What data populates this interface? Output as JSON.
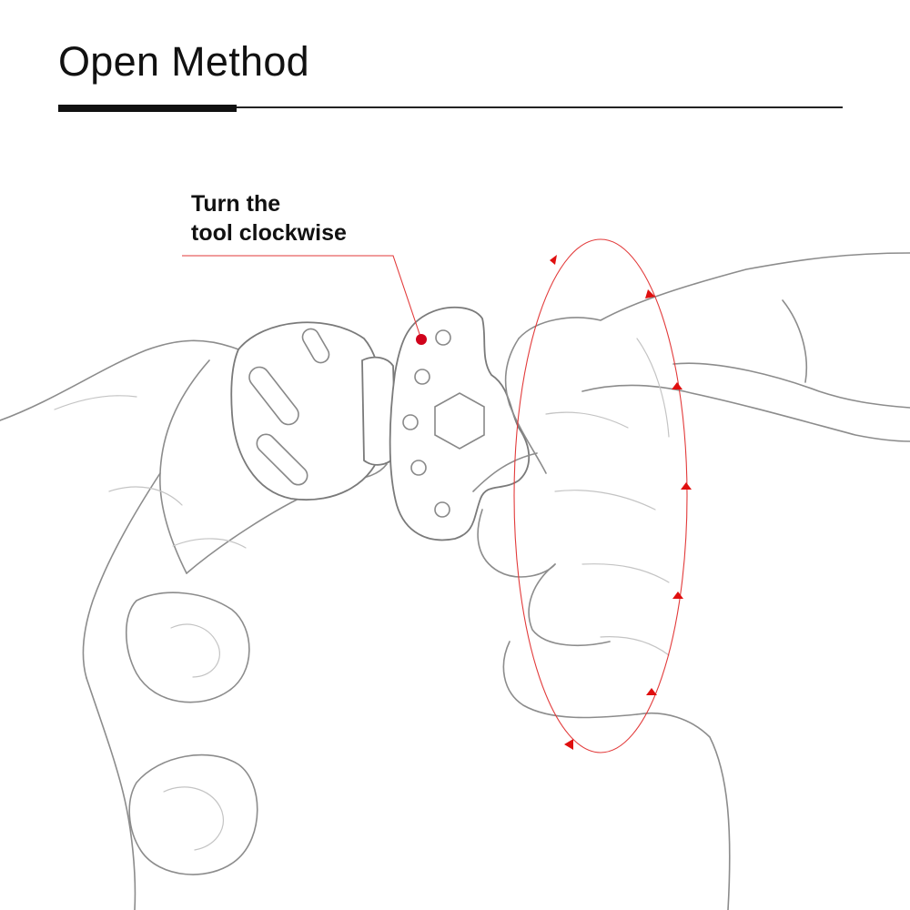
{
  "title": "Open Method",
  "callout": {
    "line1": "Turn the",
    "line2": "tool clockwise"
  },
  "colors": {
    "accent": "#d0021b",
    "text": "#111111",
    "sketch": "#8c8c8c"
  }
}
